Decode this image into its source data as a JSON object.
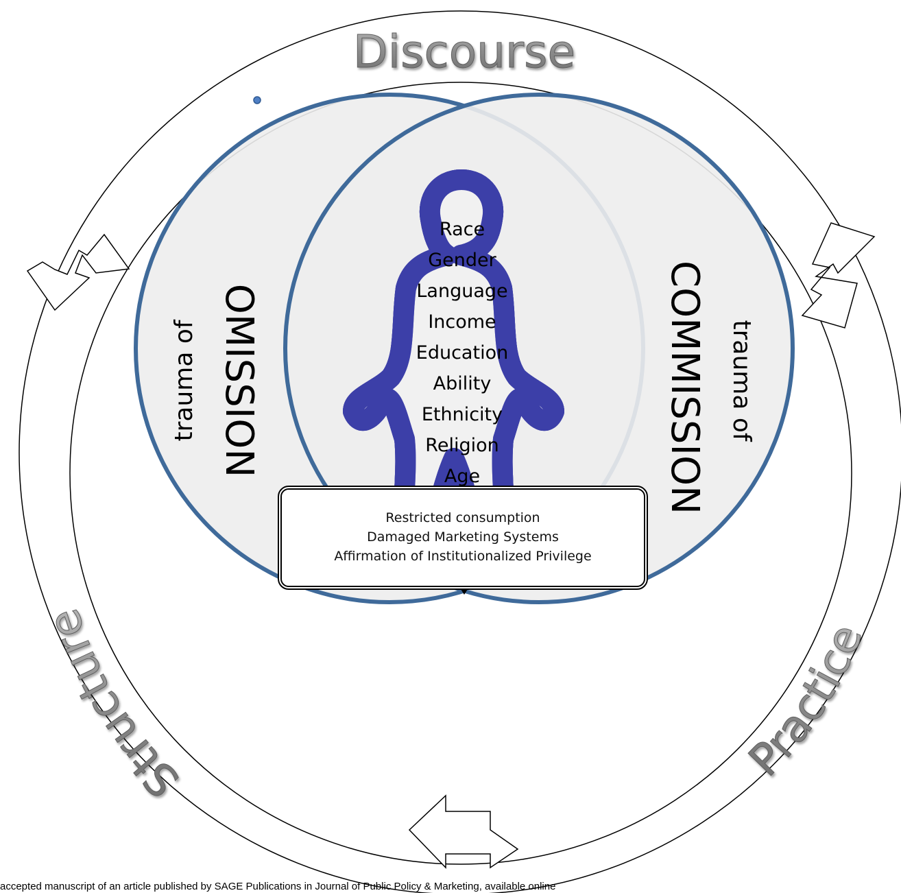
{
  "cycle_labels": {
    "top": "Discourse",
    "left": "Structure",
    "right": "Practice"
  },
  "left_circle": {
    "small": "trauma of",
    "large": "OMISSION"
  },
  "right_circle": {
    "small": "trauma of",
    "large": "COMMISSION"
  },
  "identity_list": [
    "Race",
    "Gender",
    "Language",
    "Income",
    "Education",
    "Ability",
    "Ethnicity",
    "Religion",
    "Age"
  ],
  "outcomes": [
    "Restricted consumption",
    "Damaged Marketing Systems",
    "Affirmation of Institutionalized Privilege"
  ],
  "footer": "accepted manuscript of an article published by SAGE Publications in Journal of Public Policy & Marketing, available online",
  "colors": {
    "circle_stroke": "#3f6a9a",
    "circle_fill": "#ededed",
    "cycle_text": "#8a8a8a"
  }
}
